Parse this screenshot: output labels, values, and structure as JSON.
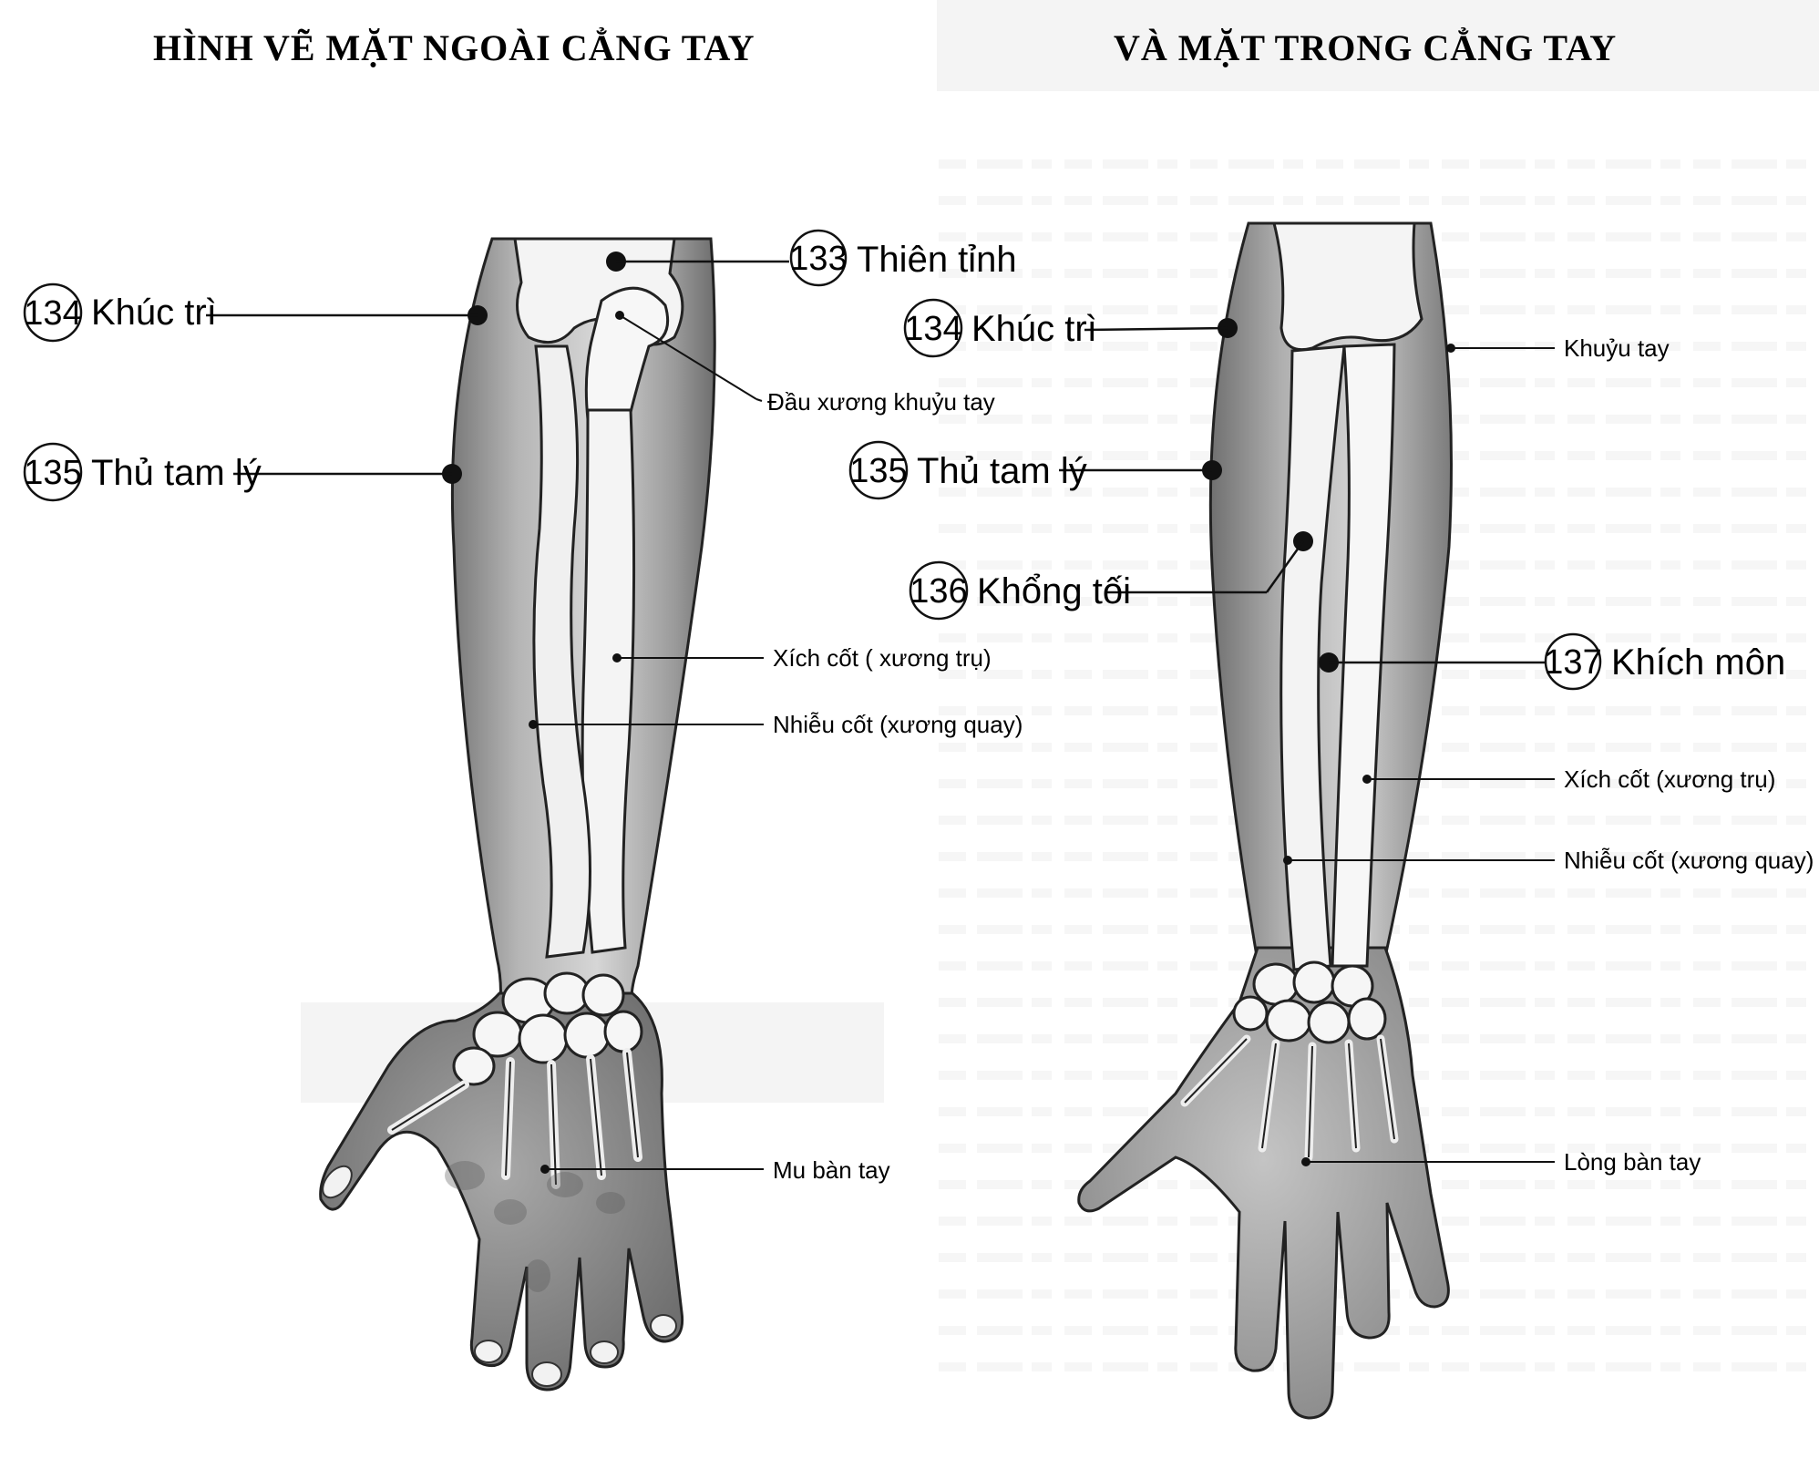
{
  "titles": {
    "left": "HÌNH VẼ MẶT NGOÀI CẲNG TAY",
    "right": "VÀ MẶT TRONG CẲNG TAY"
  },
  "left_points": [
    {
      "number": "133",
      "name": "Thiên tỉnh"
    },
    {
      "number": "134",
      "name": "Khúc trì"
    },
    {
      "number": "135",
      "name": "Thủ tam lý"
    }
  ],
  "left_labels": {
    "olecranon": "Đầu xương khuỷu tay",
    "ulna": "Xích cốt ( xương trụ)",
    "radius": "Nhiễu cốt (xương quay)",
    "back_of_hand": "Mu bàn tay"
  },
  "right_points": [
    {
      "number": "134",
      "name": "Khúc trì"
    },
    {
      "number": "135",
      "name": "Thủ tam lý"
    },
    {
      "number": "136",
      "name": "Khổng tối"
    },
    {
      "number": "137",
      "name": "Khích môn"
    }
  ],
  "right_labels": {
    "elbow": "Khuỷu tay",
    "ulna": "Xích cốt (xương trụ)",
    "radius": "Nhiễu cốt (xương quay)",
    "palm": "Lòng bàn tay"
  },
  "colors": {
    "skin_dark": "#8c8c8c",
    "skin_light": "#d9d9d9",
    "bone": "#f4f4f4",
    "line": "#111111",
    "background": "#ffffff"
  }
}
